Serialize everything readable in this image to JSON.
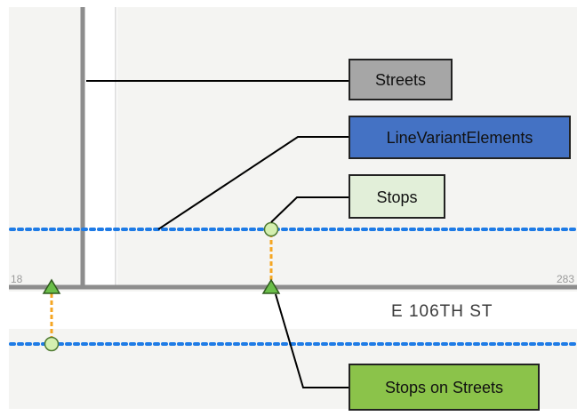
{
  "map": {
    "street_name": "E 106TH ST",
    "tick_left": "18",
    "tick_right": "283"
  },
  "legend": {
    "streets": "Streets",
    "line_variant_elements": "LineVariantElements",
    "stops": "Stops",
    "stops_on_streets": "Stops on Streets"
  },
  "colors": {
    "streets_box": "#a6a6a6",
    "line_variant_box": "#4472c4",
    "stops_box": "#e2efd9",
    "stops_on_streets_box": "#8bc34a",
    "route_dots": "#1e7be6",
    "connector": "#f5a623",
    "stop_marker": "#b7e08a",
    "street_stop_marker": "#6bbf4a"
  }
}
